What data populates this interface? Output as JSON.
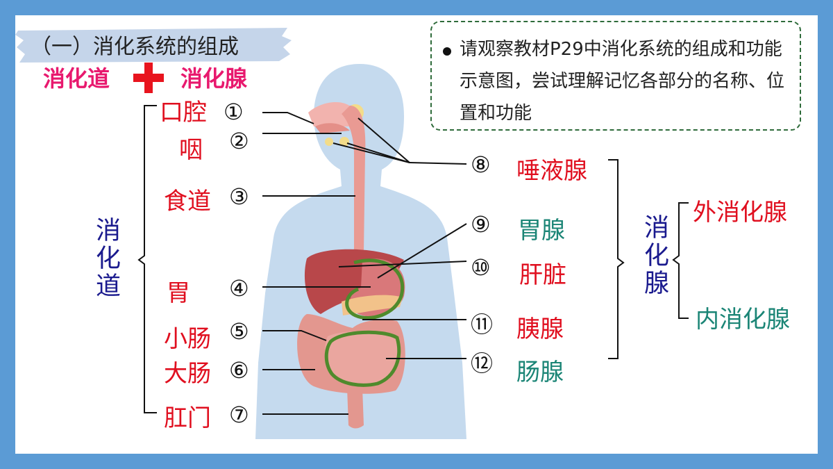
{
  "title": "（一）消化系统的组成",
  "subtitle": {
    "left": "消化道",
    "right": "消化腺"
  },
  "note": "请观察教材P29中消化系统的组成和功能示意图，尝试理解记忆各部分的名称、位置和功能",
  "tract": {
    "group_label": "消化道",
    "items": [
      {
        "label": "口腔",
        "num": "①"
      },
      {
        "label": "咽",
        "num": "②"
      },
      {
        "label": "食道",
        "num": "③"
      },
      {
        "label": "胃",
        "num": "④"
      },
      {
        "label": "小肠",
        "num": "⑤"
      },
      {
        "label": "大肠",
        "num": "⑥"
      },
      {
        "label": "肛门",
        "num": "⑦"
      }
    ]
  },
  "glands": {
    "group_label": "消化腺",
    "items": [
      {
        "num": "⑧",
        "label": "唾液腺"
      },
      {
        "num": "⑨",
        "label": "胃腺"
      },
      {
        "num": "⑩",
        "label": "肝脏"
      },
      {
        "num": "⑪",
        "label": "胰腺"
      },
      {
        "num": "⑫",
        "label": "肠腺"
      }
    ],
    "external": "外消化腺",
    "internal": "内消化腺"
  },
  "colors": {
    "frame": "#5b9bd5",
    "tract_label": "#e00f1f",
    "gland_teal": "#1b8576",
    "group_navy": "#1a1a8e",
    "highlight": "#e8196e",
    "outline_green": "#4f8a2c"
  }
}
